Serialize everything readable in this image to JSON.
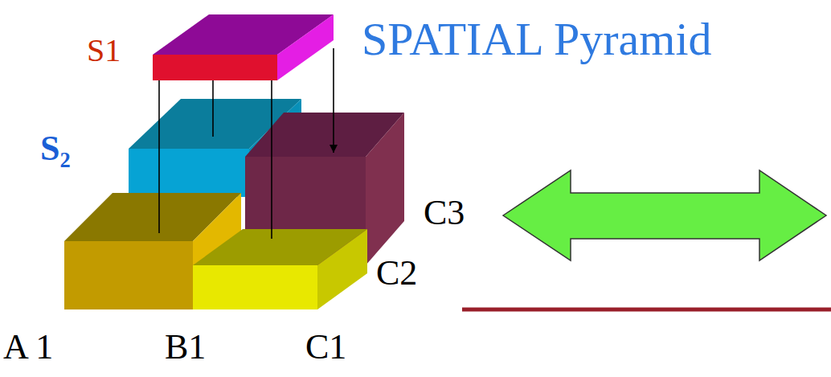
{
  "diagram": {
    "title": "SPATIAL Pyramid",
    "nodes": [
      {
        "text": [
          "S1"
        ]
      },
      {
        "text": [
          "S₂"
        ]
      },
      {
        "text": [
          "C3"
        ]
      },
      {
        "text": [
          "C2"
        ]
      }
    ],
    "edges": [
      {
        "from": 0,
        "to": 1,
        "arrow": "none"
      },
      {
        "from": 0,
        "to": 2,
        "arrow": "to"
      },
      {
        "from": 0,
        "to": 3,
        "arrow": "none"
      }
    ],
    "labels": [
      "A 1",
      "B1",
      "C1"
    ]
  }
}
